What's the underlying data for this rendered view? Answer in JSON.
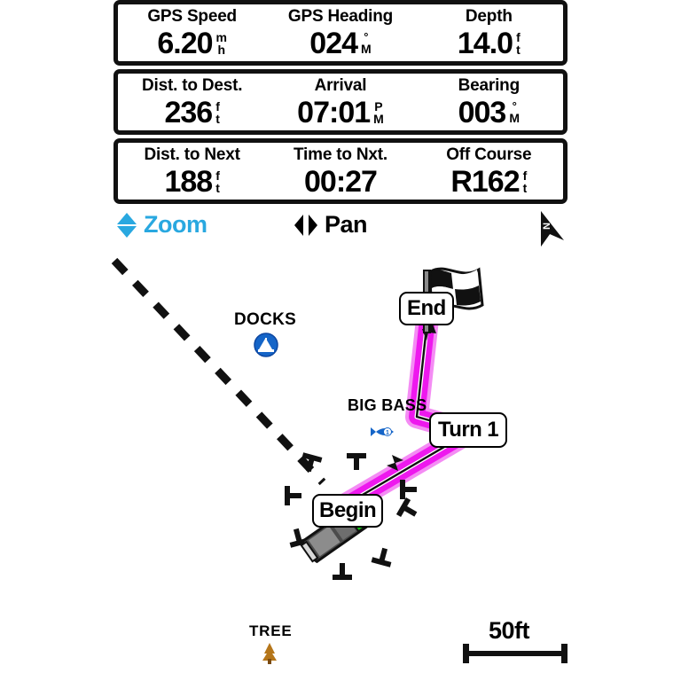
{
  "device": {
    "type": "marine-gps-chartplotter",
    "colors": {
      "accent_blue": "#29a8e0",
      "route_magenta": "#ee18ee",
      "route_magenta_light": "#f06ef0",
      "poi_blue": "#1565c8",
      "tree_brown": "#b5761a",
      "nav_red": "#e01b1b",
      "nav_green": "#14c414",
      "border_black": "#111111"
    }
  },
  "data_panel": {
    "rows": [
      {
        "cells": [
          {
            "label": "GPS Speed",
            "value": "6.20",
            "units": [
              "m",
              "h"
            ],
            "unit_style": "stack"
          },
          {
            "label": "GPS Heading",
            "value": "024",
            "units": [
              "°",
              "M"
            ],
            "unit_style": "degree"
          },
          {
            "label": "Depth",
            "value": "14.0",
            "units": [
              "f",
              "t"
            ],
            "unit_style": "stack"
          }
        ]
      },
      {
        "cells": [
          {
            "label": "Dist. to Dest.",
            "value": "236",
            "units": [
              "f",
              "t"
            ],
            "unit_style": "stack"
          },
          {
            "label": "Arrival",
            "value": "07:01",
            "units": [
              "P",
              "M"
            ],
            "unit_style": "stack"
          },
          {
            "label": "Bearing",
            "value": "003",
            "units": [
              "°",
              "M"
            ],
            "unit_style": "degree"
          }
        ]
      },
      {
        "cells": [
          {
            "label": "Dist. to Next",
            "value": "188",
            "units": [
              "f",
              "t"
            ],
            "unit_style": "stack"
          },
          {
            "label": "Time to Nxt.",
            "value": "00:27",
            "units": [],
            "unit_style": "none"
          },
          {
            "label": "Off Course",
            "value": "R162",
            "units": [
              "f",
              "t"
            ],
            "unit_style": "stack"
          }
        ]
      }
    ]
  },
  "control_bar": {
    "zoom": {
      "label": "Zoom",
      "icon": "up-down-arrows-icon"
    },
    "pan": {
      "label": "Pan",
      "icon": "left-right-arrows-icon"
    },
    "north_arrow": {
      "label": "N",
      "icon": "north-arrow-icon"
    }
  },
  "map": {
    "waypoints": [
      {
        "name": "End",
        "label": "End",
        "icon": "checkered-finish-flag-icon"
      },
      {
        "name": "Turn 1",
        "label": "Turn 1",
        "icon": "waypoint-icon"
      },
      {
        "name": "Begin",
        "label": "Begin",
        "icon": "boat-icon"
      }
    ],
    "points_of_interest": [
      {
        "name": "DOCKS",
        "label": "DOCKS",
        "icon": "sailboat-marker-icon"
      },
      {
        "name": "BIG BASS",
        "label": "BIG BASS",
        "icon": "fish-marker-icon"
      },
      {
        "name": "TREE",
        "label": "TREE",
        "icon": "pine-tree-marker-icon"
      }
    ],
    "scale_bar": {
      "label": "50ft"
    },
    "route_color": "#ee18ee",
    "shoreline_style": "dashed-black"
  }
}
